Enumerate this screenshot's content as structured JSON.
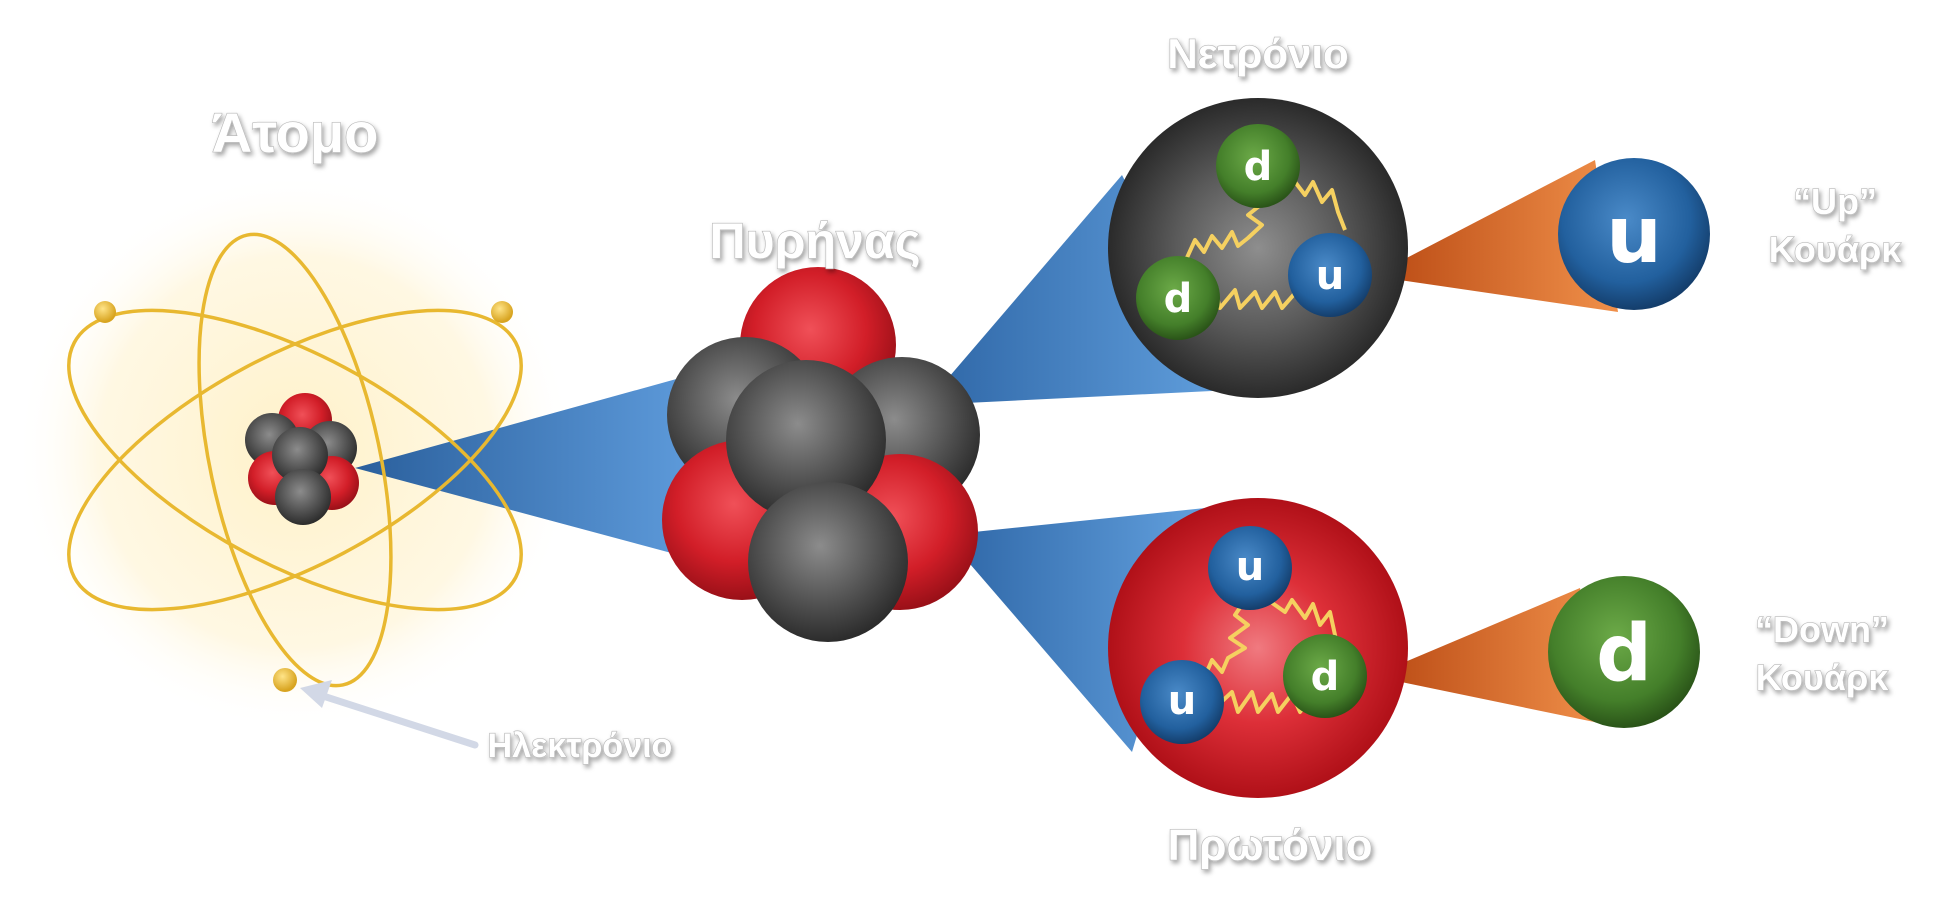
{
  "labels": {
    "atom": "Άτομο",
    "nucleus": "Πυρήνας",
    "neutron": "Νετρόνιο",
    "proton": "Πρωτόνιο",
    "electron": "Ηλεκτρόνιο",
    "up_quark_line1": "“Up”",
    "up_quark_line2": "Κουάρκ",
    "down_quark_line1": "“Down”",
    "down_quark_line2": "Κουάρκ"
  },
  "quark_symbols": {
    "up": "u",
    "down": "d"
  },
  "colors": {
    "proton_red": "#d8202a",
    "neutron_gray": "#555555",
    "up_blue": "#2569a8",
    "down_green": "#4a8a2e",
    "orbit_gold": "#e8b830",
    "beam_blue": "#3a7cc4",
    "beam_orange": "#e0682a",
    "gluon_yellow": "#f5d060"
  }
}
